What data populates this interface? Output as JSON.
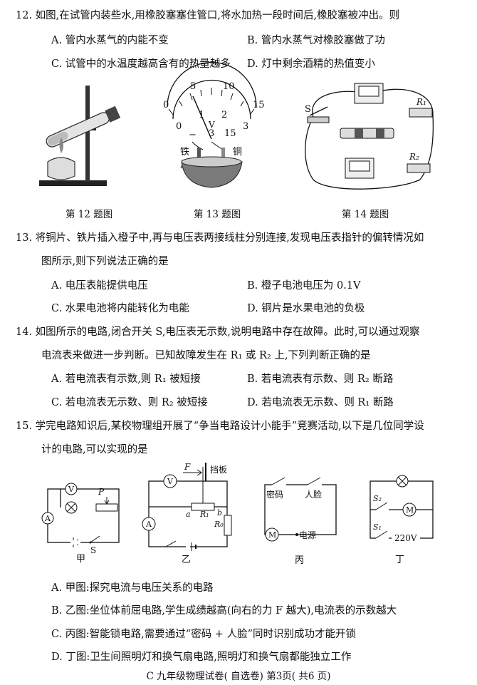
{
  "q12": {
    "stem": "12. 如图,在试管内装些水,用橡胶塞塞住管口,将水加热一段时间后,橡胶塞被冲出。则",
    "A": "A. 管内水蒸气的内能不变",
    "B": "B. 管内水蒸气对橡胶塞做了功",
    "C": "C. 试管中的水温度越高含有的热量越多",
    "D": "D. 灯中剩余酒精的热值变小"
  },
  "figures_row1": {
    "cap12": "第 12 题图",
    "cap13": "第 13 题图",
    "cap14": "第 14 题图",
    "meter_top_ticks": [
      "0",
      "5",
      "10",
      "15"
    ],
    "meter_bottom_ticks": [
      "0",
      "1",
      "2",
      "3"
    ],
    "meter_unit": "V",
    "terminals": [
      "−",
      "3",
      "15"
    ],
    "iron_label": "铁\n片",
    "copper_label": "铜\n片",
    "switch_label": "S",
    "r1_label": "R₁",
    "r2_label": "R₂"
  },
  "q13": {
    "stem_line1": "13. 将铜片、铁片插入橙子中,再与电压表两接线柱分别连接,发现电压表指针的偏转情况如",
    "stem_line2": "图所示,则下列说法正确的是",
    "A": "A. 电压表能提供电压",
    "B": "B. 橙子电池电压为 0.1V",
    "C": "C. 水果电池将内能转化为电能",
    "D": "D. 铜片是水果电池的负极"
  },
  "q14": {
    "stem_line1": "14. 如图所示的电路,闭合开关 S,电压表无示数,说明电路中存在故障。此时,可以通过观察",
    "stem_line2": "电流表来做进一步判断。已知故障发生在 R₁ 或 R₂ 上,下列判断正确的是",
    "A": "A. 若电流表有示数,则 R₁ 被短接",
    "B": "B. 若电流表有示数、则 R₂ 断路",
    "C": "C. 若电流表无示数、则 R₂ 被短接",
    "D": "D. 若电流表无示数、则 R₁ 断路"
  },
  "q15": {
    "stem_line1": "15. 学完电路知识后,某校物理组开展了“争当电路设计小能手”竞赛活动,以下是几位同学设",
    "stem_line2": "计的电路,可以实现的是",
    "A": "A. 甲图:探究电流与电压关系的电路",
    "B": "B. 乙图:坐位体前屈电路,学生成绩越高(向右的力 F 越大),电流表的示数越大",
    "C": "C. 丙图:智能锁电路,需要通过“密码 + 人脸”同时识别成功才能开锁",
    "D": "D. 丁图:卫生间照明灯和换气扇电路,照明灯和换气扇都能独立工作"
  },
  "figures_row2": {
    "jia": "甲",
    "yi": "乙",
    "bing": "丙",
    "ding": "丁",
    "V": "V",
    "A": "A",
    "M": "M",
    "P": "P",
    "S": "S",
    "F": "F",
    "dangban": "挡板",
    "a": "a",
    "b": "b",
    "R1": "R₁",
    "R0": "R₀",
    "mima": "密码",
    "renlian": "人脸",
    "dianyuan": "电源",
    "S1": "S₁",
    "S2": "S₂",
    "v220": "220V"
  },
  "footer": "C 九年级物理试卷( 自选卷) 第3页( 共6 页)"
}
